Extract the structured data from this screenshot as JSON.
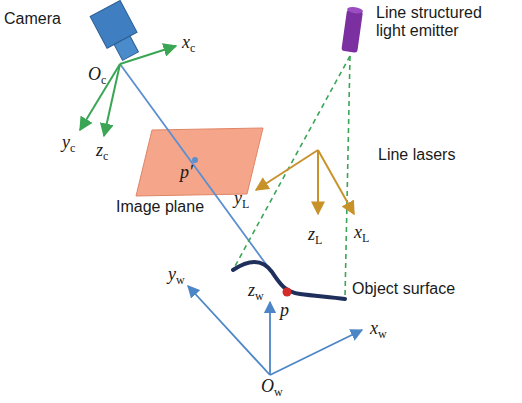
{
  "diagram": {
    "labels": [
      "Camera",
      "Oc",
      "xc",
      "yc",
      "zc",
      "p′",
      "Image plane",
      "Line structured light emitter",
      "Line lasers",
      "yL",
      "zL",
      "xL",
      "yw",
      "zw",
      "p",
      "Object surface",
      "xw",
      "Ow"
    ]
  }
}
